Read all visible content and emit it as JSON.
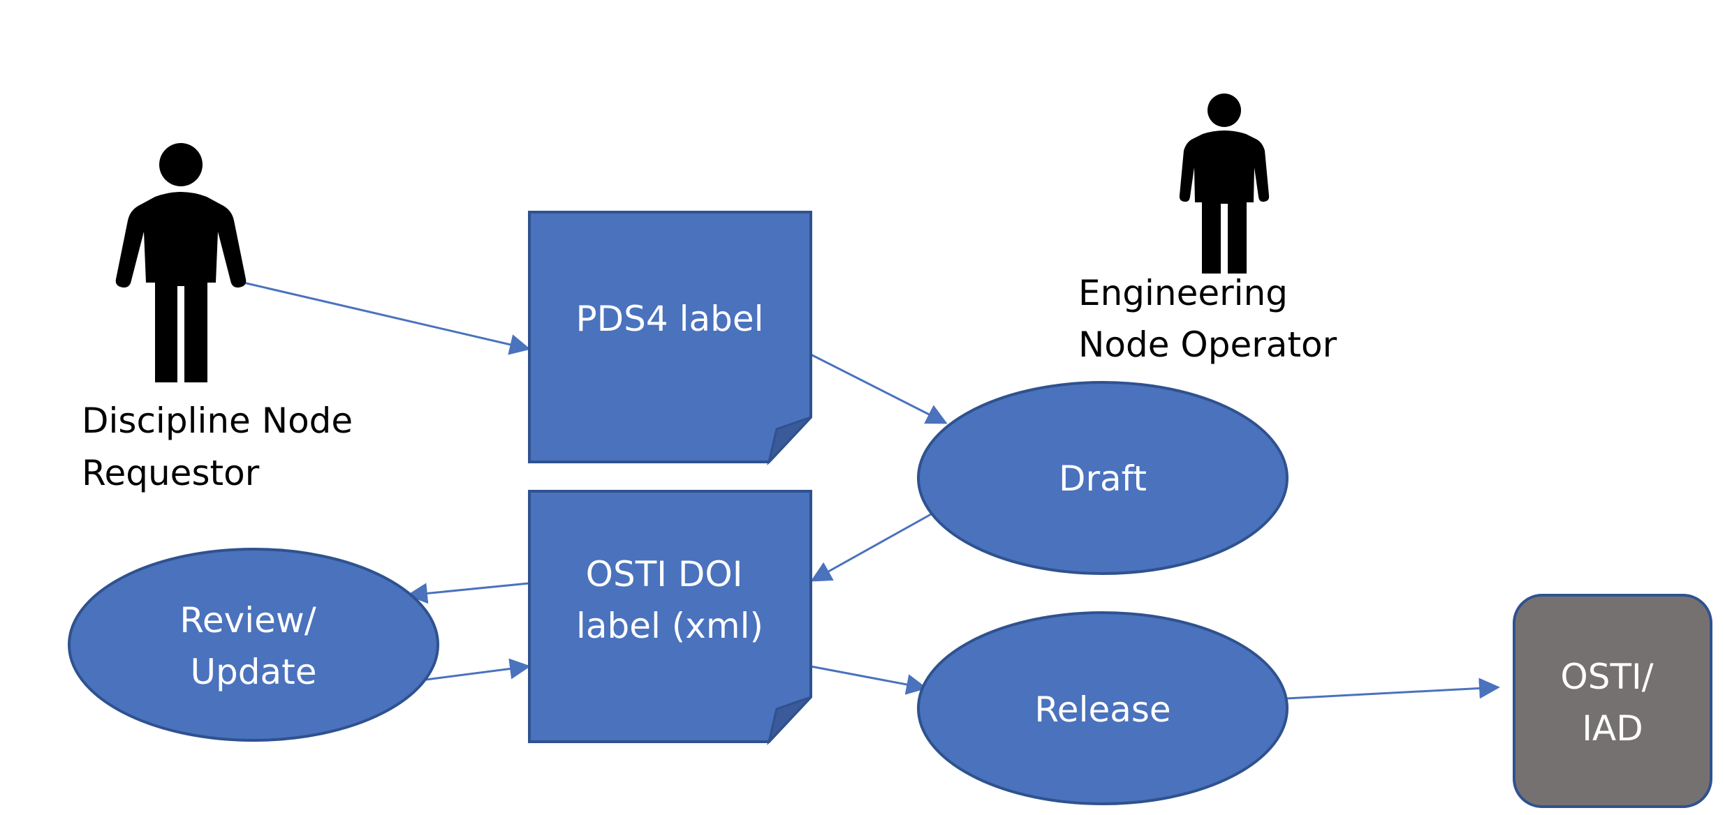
{
  "actors": {
    "requestor": {
      "label_lines": [
        "Discipline Node",
        "Requestor"
      ],
      "icon": "person-icon"
    },
    "operator": {
      "label_lines": [
        "Engineering",
        "Node Operator"
      ],
      "icon": "person-icon"
    }
  },
  "documents": {
    "pds4_label": {
      "label_lines": [
        "PDS4 label"
      ],
      "icon": "document-folded-corner"
    },
    "osti_doi_label": {
      "label_lines": [
        "OSTI DOI",
        "label (xml)"
      ],
      "icon": "document-folded-corner"
    }
  },
  "processes": {
    "draft": {
      "label_lines": [
        "Draft"
      ]
    },
    "review_update": {
      "label_lines": [
        "Review/",
        "Update"
      ]
    },
    "release": {
      "label_lines": [
        "Release"
      ]
    }
  },
  "external": {
    "osti_iad": {
      "label_lines": [
        "OSTI/",
        "IAD"
      ]
    }
  },
  "colors": {
    "shape_fill": "#4a72bd",
    "shape_stroke": "#2f528f",
    "external_fill": "#767171",
    "arrow": "#4a72bd",
    "shape_text": "#ffffff",
    "actor": "#000000"
  }
}
